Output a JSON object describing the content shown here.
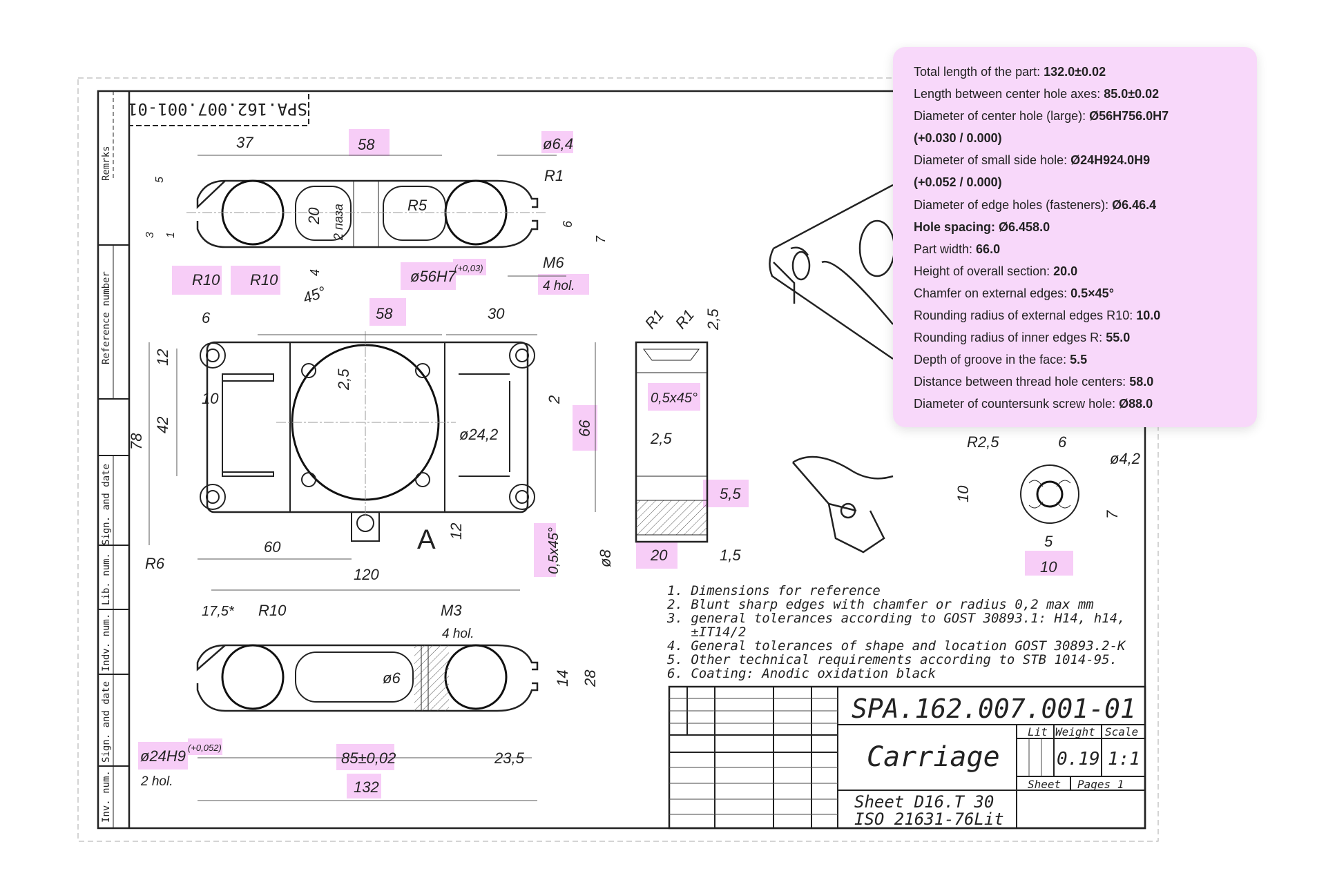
{
  "stamp_code_reversed": "SPA.162.007.001-01",
  "side_strip": [
    "Remrks",
    "Reference number",
    "Sign. and date",
    "Lib. num.",
    "Indv. num.",
    "Sign. and date",
    "Inv. num."
  ],
  "top_view": {
    "dims": [
      "37",
      "58",
      "ø6,4",
      "R1",
      "R5",
      "20",
      "2 паза",
      "5",
      "3",
      "1",
      "6",
      "7",
      "R10",
      "R10",
      "4",
      "ø56H7",
      "(+0,03)",
      "M6",
      "4 hol.",
      "45°"
    ]
  },
  "front_view": {
    "dims": [
      "6",
      "58",
      "30",
      "12",
      "10",
      "42",
      "78",
      "2,5",
      "ø24,2",
      "2",
      "66",
      "12",
      "A",
      "R6",
      "60",
      "120",
      "0,5x45°"
    ]
  },
  "side_view": {
    "dims": [
      "R1",
      "R1",
      "2,5",
      "0,5x45°",
      "2,5",
      "5,5",
      "ø8",
      "20",
      "1,5"
    ]
  },
  "bottom_view": {
    "dims": [
      "17,5*",
      "R10",
      "M3",
      "4 hol.",
      "ø6",
      "14",
      "28",
      "ø24H9",
      "(+0,052)",
      "2 hol.",
      "85±0,02",
      "23,5",
      "132"
    ]
  },
  "detail_view": {
    "dims": [
      "R2,5",
      "6",
      "ø4,2",
      "10",
      "7",
      "5",
      "10"
    ]
  },
  "notes": [
    "1. Dimensions for reference",
    "2. Blunt sharp edges with chamfer or radius 0,2 max mm",
    "3. general tolerances according to GOST 30893.1: H14, h14,",
    "   ±IT14/2",
    "4. General tolerances of shape and location GOST 30893.2-K",
    "5. Other technical requirements according to STB 1014-95.",
    "6. Coating: Anodic oxidation black"
  ],
  "title_block": {
    "code": "SPA.162.007.001-01",
    "name": "Carriage",
    "lit_label": "Lit",
    "weight_label": "Weight",
    "scale_label": "Scale",
    "weight": "0.19",
    "scale": "1:1",
    "sheet_label": "Sheet",
    "pages_label": "Pages 1",
    "material_line1": "Sheet D16.T 30",
    "material_line2": "ISO 21631-76Lit"
  },
  "info_panel": {
    "rows": [
      {
        "label": "Total length of the part: ",
        "value": "132.0±0.02"
      },
      {
        "label": "Length between center hole axes: ",
        "value": "85.0±0.02"
      },
      {
        "label": "Diameter of center hole (large): ",
        "value": "Ø56H756.0H7"
      },
      {
        "label": "",
        "value": "(+0.030 / 0.000)"
      },
      {
        "label": "Diameter of small side hole: ",
        "value": "Ø24H924.0H9"
      },
      {
        "label": "",
        "value": "(+0.052 / 0.000)"
      },
      {
        "label": "Diameter of edge holes (fasteners): ",
        "value": "Ø6.46.4"
      },
      {
        "label": "",
        "value": "Hole spacing: Ø6.458.0"
      },
      {
        "label": "Part width: ",
        "value": "66.0"
      },
      {
        "label": "Height of overall section: ",
        "value": "20.0"
      },
      {
        "label": "Chamfer on external edges: ",
        "value": "0.5×45°"
      },
      {
        "label": "Rounding radius of external edges R10: ",
        "value": "10.0"
      },
      {
        "label": "Rounding radius of inner edges R: ",
        "value": "55.0"
      },
      {
        "label": "Depth of groove in the face: ",
        "value": "5.5"
      },
      {
        "label": "Distance between thread hole centers: ",
        "value": "58.0"
      },
      {
        "label": "Diameter of countersunk screw hole: ",
        "value": "Ø88.0"
      }
    ]
  },
  "colors": {
    "highlight": "#f7cdf7",
    "panel": "#f8d8fa",
    "ink": "#222222"
  }
}
